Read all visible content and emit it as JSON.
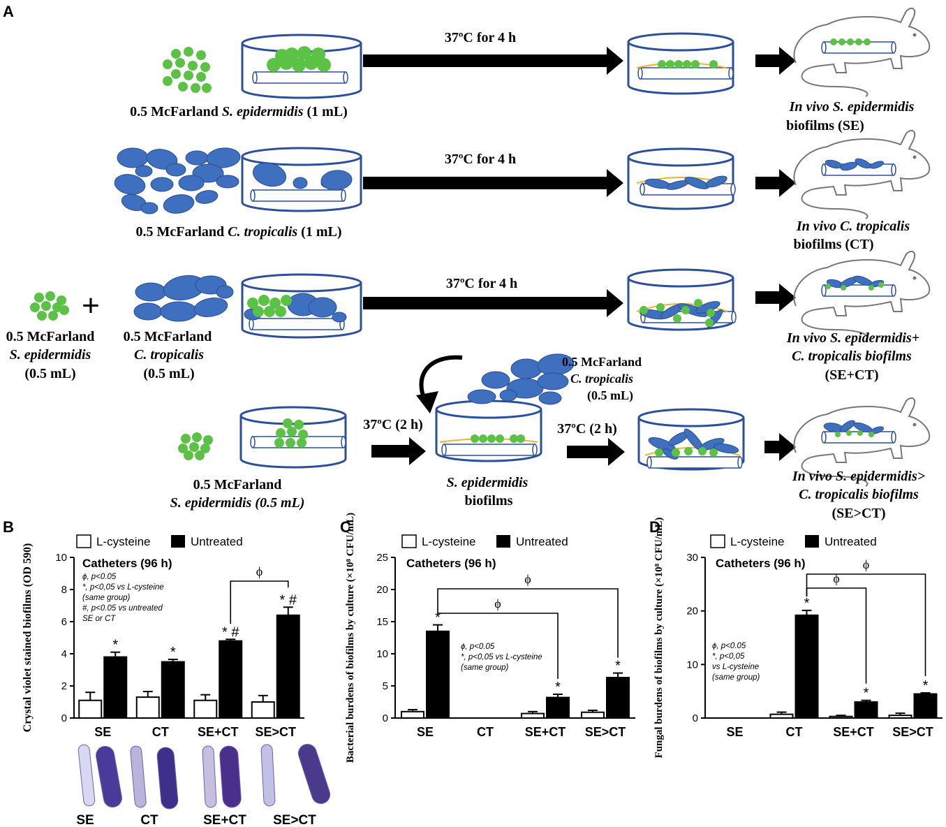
{
  "panel_letters": {
    "a": "A",
    "b": "B",
    "c": "C",
    "d": "D"
  },
  "colors": {
    "bacteria": "#5cc245",
    "fungi": "#3f6fbf",
    "dish": "#2b4f9a",
    "biofilm": "#f0b429",
    "bar_untreated": "#000000",
    "bar_lcys": "#ffffff"
  },
  "schematic": {
    "row1": {
      "inoculum": "0.5 McFarland",
      "species": "S. epidermidis",
      "volume": "(1 mL)",
      "step": "37ºC for 4 h",
      "result_line1_a": "In vivo",
      "result_line1_b": "S. epidermidis",
      "result_line2": "biofilms  (SE)"
    },
    "row2": {
      "inoculum": "0.5 McFarland",
      "species": "C. tropicalis",
      "volume": "(1 mL)",
      "step": "37ºC for 4 h",
      "result_line1_a": "In vivo",
      "result_line1_b": "C. tropicalis",
      "result_line2": "biofilms  (CT)"
    },
    "row3": {
      "inoc1_a": "0.5 McFarland",
      "inoc1_b": "S. epidermidis",
      "inoc1_c": "(0.5 mL)",
      "inoc2_a": "0.5 McFarland",
      "inoc2_b": "C. tropicalis",
      "inoc2_c": "(0.5 mL)",
      "plus": "+",
      "step": "37ºC for 4 h",
      "result_line1": "In vivo S. epidermidis+",
      "result_line2": "C. tropicalis biofilms",
      "result_line3": "(SE+CT)"
    },
    "row4": {
      "inoc_a": "0.5 McFarland",
      "inoc_b": "S. epidermidis (0.5 mL)",
      "step1": "37ºC (2 h)",
      "mid_a": "S. epidermidis",
      "mid_b": "biofilms",
      "add_a": "0.5 McFarland",
      "add_b": "C. tropicalis",
      "add_c": "(0.5 mL)",
      "step2": "37ºC (2 h)",
      "result_line1": "In vivo S. epidermidis>",
      "result_line2": "C. tropicalis biofilms",
      "result_line3": "(SE>CT)"
    }
  },
  "legend": {
    "lcys": "L-cysteine",
    "untreated": "Untreated"
  },
  "chart_data": [
    {
      "type": "bar",
      "panel": "B",
      "subtitle": "Catheters (96 h)",
      "ylabel": "Crystal violet stained biofilms (OD 590)",
      "ylim": [
        0,
        10
      ],
      "yticks": [
        0,
        2,
        4,
        6,
        8,
        10
      ],
      "categories": [
        "SE",
        "CT",
        "SE+CT",
        "SE>CT"
      ],
      "series": [
        {
          "name": "L-cysteine",
          "values": [
            1.1,
            1.3,
            1.1,
            1.0
          ],
          "errors": [
            0.5,
            0.35,
            0.35,
            0.4
          ]
        },
        {
          "name": "Untreated",
          "values": [
            3.8,
            3.5,
            4.8,
            6.4
          ],
          "errors": [
            0.3,
            0.15,
            0.1,
            0.5
          ]
        }
      ],
      "markers": [
        "*",
        "*",
        "*#",
        "*#"
      ],
      "notes": [
        "ϕ, p<0.05",
        "*, p<0,05  vs L-cysteine",
        "(same group)",
        "#, p<0.05 vs untreated",
        "SE or CT"
      ],
      "bracket_symbol": "ϕ",
      "image_labels": [
        "SE",
        "CT",
        "SE+CT",
        "SE>CT"
      ]
    },
    {
      "type": "bar",
      "panel": "C",
      "subtitle": "Catheters (96 h)",
      "ylabel": "Bacterial burdens of biofilms by culture (×10⁸ CFU/mL)",
      "ylim": [
        0,
        25
      ],
      "yticks": [
        0,
        5,
        10,
        15,
        20,
        25
      ],
      "categories": [
        "SE",
        "CT",
        "SE+CT",
        "SE>CT"
      ],
      "series": [
        {
          "name": "L-cysteine",
          "values": [
            1.0,
            0,
            0.7,
            0.9
          ],
          "errors": [
            0.3,
            0,
            0.3,
            0.3
          ]
        },
        {
          "name": "Untreated",
          "values": [
            13.5,
            0,
            3.2,
            6.3
          ],
          "errors": [
            1.0,
            0,
            0.5,
            0.7
          ]
        }
      ],
      "markers": [
        "*",
        "",
        "*",
        "*"
      ],
      "notes": [
        "ϕ, p<0.05",
        "*, p<0,05  vs L-cysteine",
        "(same group)"
      ],
      "bracket_symbol": "ϕ"
    },
    {
      "type": "bar",
      "panel": "D",
      "subtitle": "Catheters (96 h)",
      "ylabel": "Fungal burdens of biofilms by culture (×10⁸ CFU/mL)",
      "ylim": [
        0,
        30
      ],
      "yticks": [
        0,
        10,
        20,
        30
      ],
      "categories": [
        "SE",
        "CT",
        "SE+CT",
        "SE>CT"
      ],
      "series": [
        {
          "name": "L-cysteine",
          "values": [
            0,
            0.7,
            0.3,
            0.5
          ],
          "errors": [
            0,
            0.4,
            0.2,
            0.4
          ]
        },
        {
          "name": "Untreated",
          "values": [
            0,
            19.2,
            3.0,
            4.5
          ],
          "errors": [
            0,
            0.9,
            0.3,
            0.2
          ]
        }
      ],
      "markers": [
        "",
        "*",
        "*",
        "*"
      ],
      "notes": [
        "ϕ, p<0.05",
        "*, p<0,05",
        "vs L-cysteine",
        "(same group)"
      ],
      "bracket_symbol": "ϕ"
    }
  ]
}
